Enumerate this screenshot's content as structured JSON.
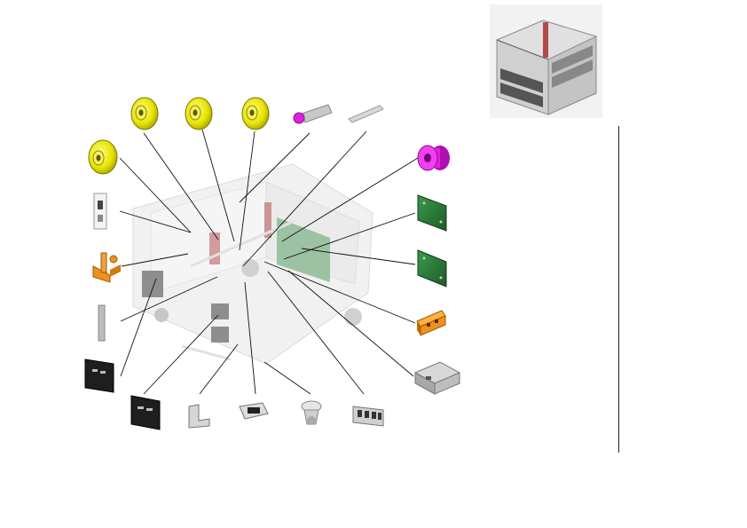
{
  "parts": [
    {
      "id": "yellow-roller-1",
      "icon": "yellow-roller-icon"
    },
    {
      "id": "yellow-roller-2",
      "icon": "yellow-roller-icon"
    },
    {
      "id": "yellow-roller-3",
      "icon": "yellow-roller-icon"
    },
    {
      "id": "yellow-roller-4",
      "icon": "yellow-roller-icon"
    },
    {
      "id": "magenta-shaft",
      "icon": "magenta-shaft-icon"
    },
    {
      "id": "metal-pin",
      "icon": "metal-pin-icon"
    },
    {
      "id": "magenta-gear",
      "icon": "magenta-gear-icon"
    },
    {
      "id": "green-pcb-1",
      "icon": "green-pcb-icon"
    },
    {
      "id": "green-pcb-2",
      "icon": "green-pcb-icon"
    },
    {
      "id": "orange-connector",
      "icon": "orange-connector-icon"
    },
    {
      "id": "gray-box",
      "icon": "gray-box-icon"
    },
    {
      "id": "connector-block",
      "icon": "connector-block-icon"
    },
    {
      "id": "roller-bracket",
      "icon": "roller-bracket-icon"
    },
    {
      "id": "black-clip",
      "icon": "black-clip-icon"
    },
    {
      "id": "l-bracket",
      "icon": "l-bracket-icon"
    },
    {
      "id": "black-cover-1",
      "icon": "black-cover-icon"
    },
    {
      "id": "black-cover-2",
      "icon": "black-cover-icon"
    },
    {
      "id": "gray-rod",
      "icon": "gray-rod-icon"
    },
    {
      "id": "orange-lever",
      "icon": "orange-lever-icon"
    },
    {
      "id": "latch-plate",
      "icon": "latch-plate-icon"
    }
  ],
  "colors": {
    "yellow": "#e8e400",
    "magenta": "#e020e0",
    "green": "#2e7a3a",
    "orange": "#f09020",
    "black": "#1e1e1e",
    "gray": "#c8c8c8"
  }
}
